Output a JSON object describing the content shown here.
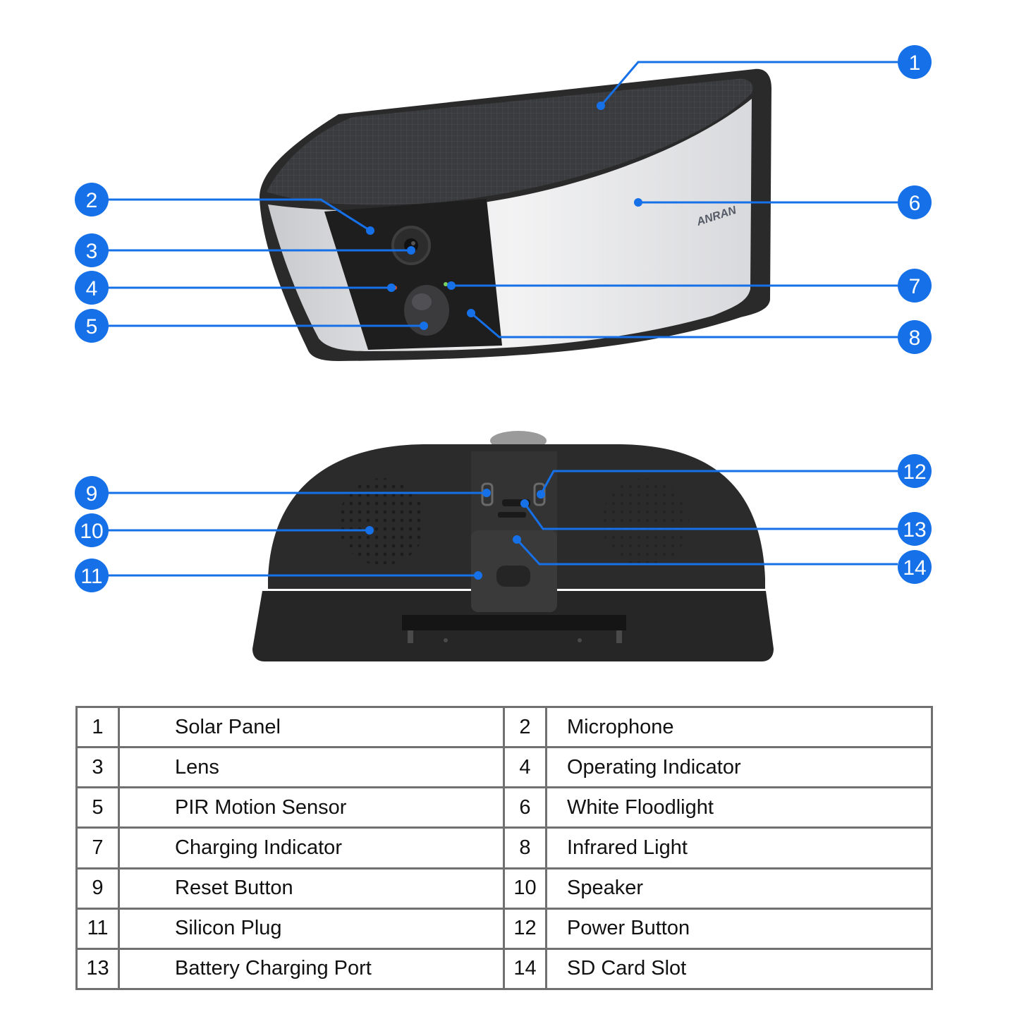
{
  "brand": "ANRAN",
  "colors": {
    "callout": "#1670e8",
    "table_border": "#707070",
    "housing": "#2a2a2a",
    "panel": "#dcdde0"
  },
  "callouts": [
    {
      "num": "1",
      "label": "Solar Panel"
    },
    {
      "num": "2",
      "label": "Microphone"
    },
    {
      "num": "3",
      "label": "Lens"
    },
    {
      "num": "4",
      "label": "Operating Indicator"
    },
    {
      "num": "5",
      "label": "PIR Motion Sensor"
    },
    {
      "num": "6",
      "label": "White Floodlight"
    },
    {
      "num": "7",
      "label": "Charging Indicator"
    },
    {
      "num": "8",
      "label": "Infrared Light"
    },
    {
      "num": "9",
      "label": "Reset Button"
    },
    {
      "num": "10",
      "label": "Speaker"
    },
    {
      "num": "11",
      "label": "Silicon Plug"
    },
    {
      "num": "12",
      "label": "Power Button"
    },
    {
      "num": "13",
      "label": "Battery Charging Port"
    },
    {
      "num": "14",
      "label": "SD Card Slot"
    }
  ],
  "table": {
    "rows": [
      [
        {
          "num": "1",
          "name": "Solar Panel"
        },
        {
          "num": "2",
          "name": "Microphone"
        }
      ],
      [
        {
          "num": "3",
          "name": "Lens"
        },
        {
          "num": "4",
          "name": "Operating Indicator"
        }
      ],
      [
        {
          "num": "5",
          "name": "PIR Motion Sensor"
        },
        {
          "num": "6",
          "name": "White Floodlight"
        }
      ],
      [
        {
          "num": "7",
          "name": "Charging Indicator"
        },
        {
          "num": "8",
          "name": "Infrared Light"
        }
      ],
      [
        {
          "num": "9",
          "name": "Reset Button"
        },
        {
          "num": "10",
          "name": "Speaker"
        }
      ],
      [
        {
          "num": "11",
          "name": "Silicon Plug"
        },
        {
          "num": "12",
          "name": "Power Button"
        }
      ],
      [
        {
          "num": "13",
          "name": "Battery Charging Port"
        },
        {
          "num": "14",
          "name": "SD Card Slot"
        }
      ]
    ]
  }
}
